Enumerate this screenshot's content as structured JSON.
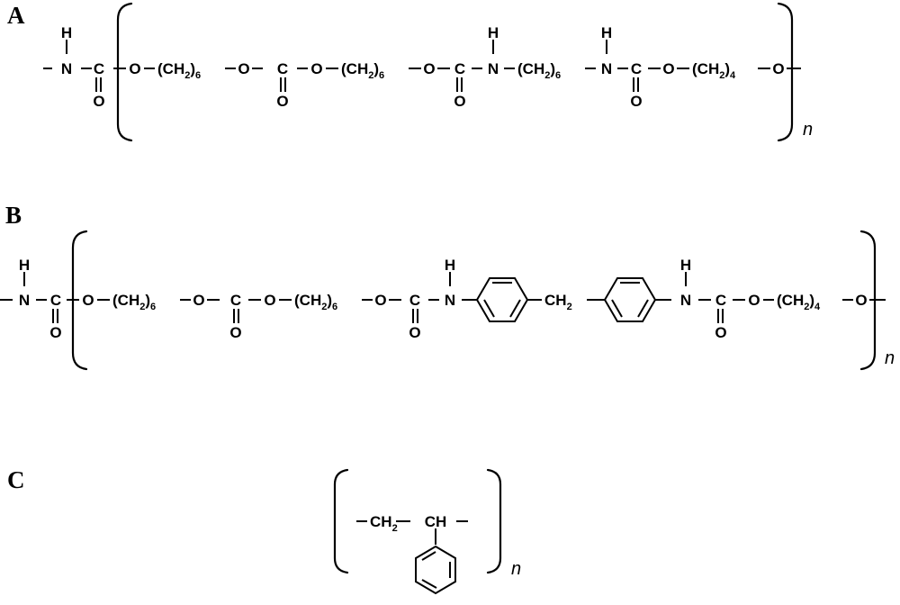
{
  "panels": {
    "a": {
      "label": "A",
      "repeat": "n",
      "atoms": [
        "H",
        "N",
        "C",
        "O",
        "O",
        "(CH",
        "2",
        ")",
        "6",
        "O",
        "C",
        "O",
        "O",
        "(CH",
        "2",
        ")",
        "6",
        "O",
        "C",
        "O",
        "H",
        "N",
        "(CH",
        "2",
        ")",
        "6",
        "H",
        "N",
        "C",
        "O",
        "O",
        "(CH",
        "2",
        ")",
        "4",
        "O"
      ]
    },
    "b": {
      "label": "B",
      "repeat": "n",
      "atoms": [
        "H",
        "N",
        "C",
        "O",
        "O",
        "(CH",
        "2",
        ")",
        "6",
        "O",
        "C",
        "O",
        "O",
        "(CH",
        "2",
        ")",
        "6",
        "O",
        "C",
        "O",
        "H",
        "N",
        "CH",
        "2",
        "H",
        "N",
        "C",
        "O",
        "O",
        "(CH",
        "2",
        ")",
        "4",
        "O"
      ]
    },
    "c": {
      "label": "C",
      "repeat": "n",
      "atoms": [
        "CH",
        "2",
        "CH"
      ]
    }
  }
}
